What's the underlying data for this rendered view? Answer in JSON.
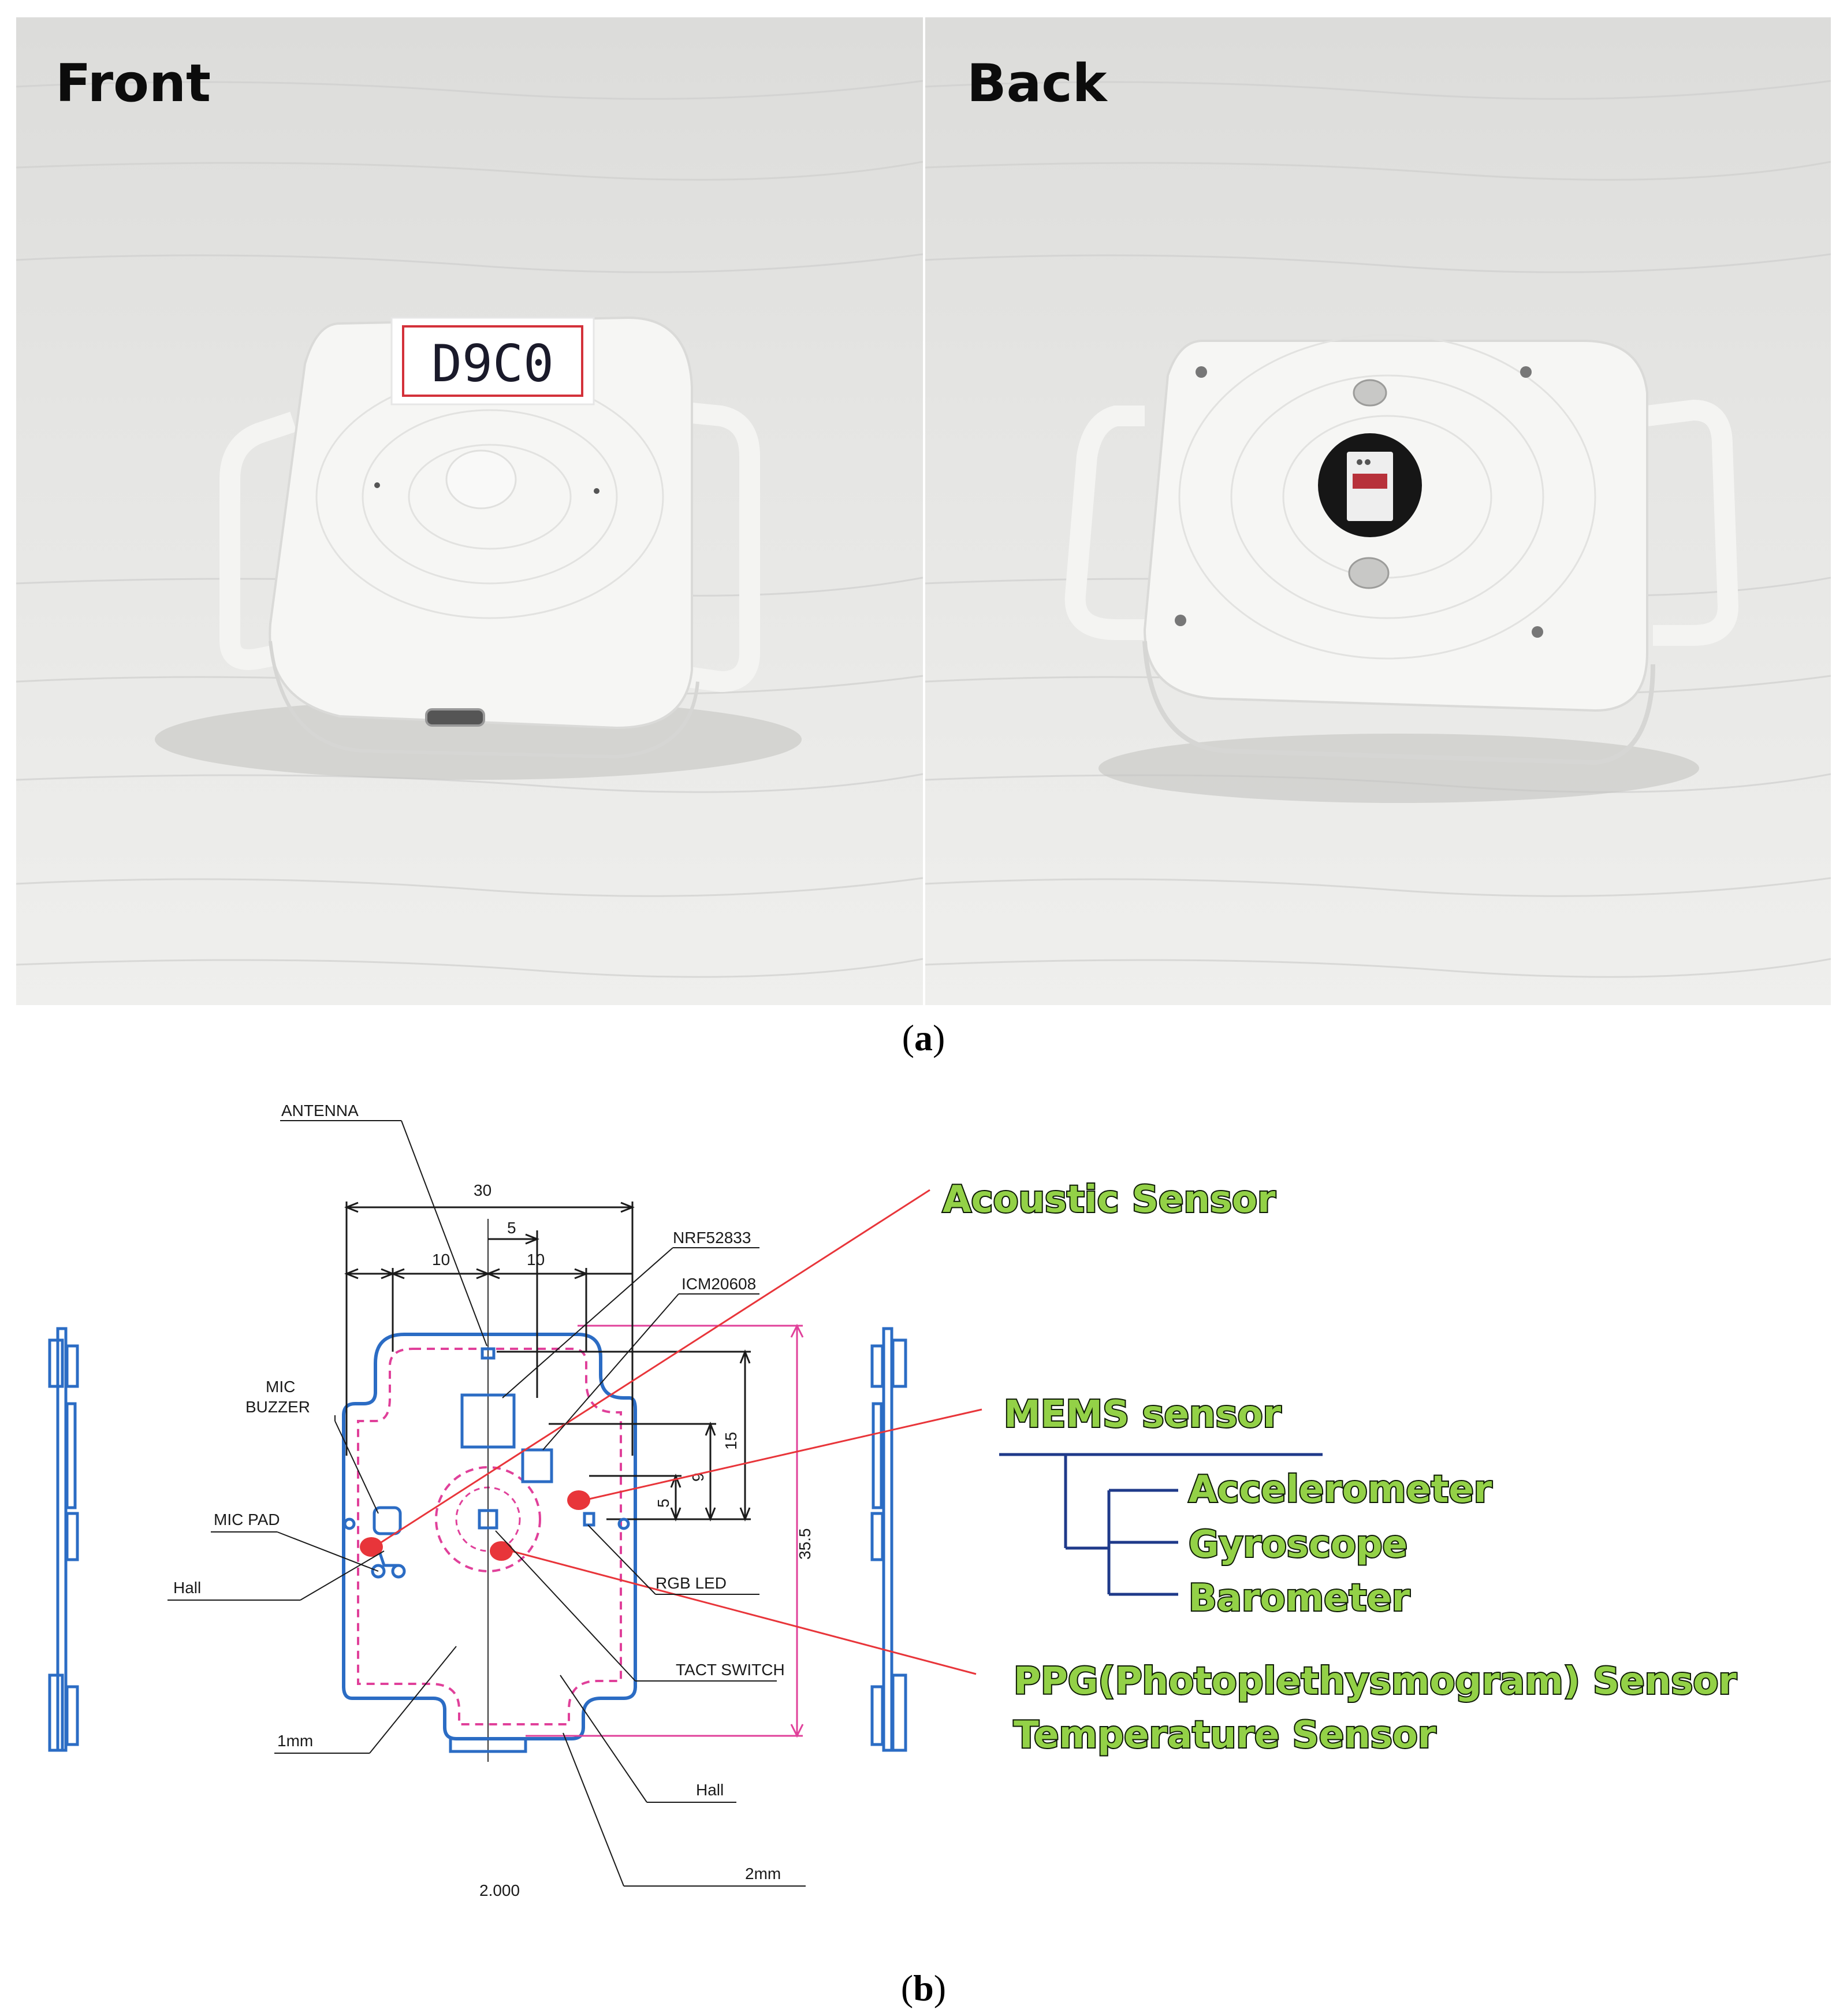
{
  "panel_a": {
    "front_label": "Front",
    "back_label": "Back",
    "device_tag": "D9C0",
    "caption_letter": "a"
  },
  "panel_b": {
    "caption_letter": "b",
    "drawing_labels": {
      "antenna": "ANTENNA",
      "nrf": "NRF52833",
      "icm": "ICM20608",
      "mic_buzzer_1": "MIC",
      "mic_buzzer_2": "BUZZER",
      "mic_pad": "MIC PAD",
      "hall_left": "Hall",
      "rgb_led": "RGB LED",
      "tact_switch": "TACT SWITCH",
      "one_mm": "1mm",
      "hall_bottom": "Hall",
      "two_mm": "2mm",
      "thickness": "2.000"
    },
    "dimensions": {
      "width_total": "30",
      "offset_5": "5",
      "left_10": "10",
      "right_10": "10",
      "height_35_5": "35.5",
      "v_15": "15",
      "v_9": "9",
      "v_5": "5"
    },
    "callouts": {
      "acoustic": "Acoustic Sensor",
      "mems": "MEMS sensor",
      "accelerometer": "Accelerometer",
      "gyroscope": "Gyroscope",
      "barometer": "Barometer",
      "ppg": "PPG(Photoplethysmogram) Sensor",
      "temperature": "Temperature Sensor"
    }
  },
  "colors": {
    "outline_blue": "#2b6cc4",
    "keepout_magenta": "#e0409a",
    "leader_red": "#e8353a",
    "callout_green": "#93d147",
    "tree_navy": "#1f3a8a"
  }
}
